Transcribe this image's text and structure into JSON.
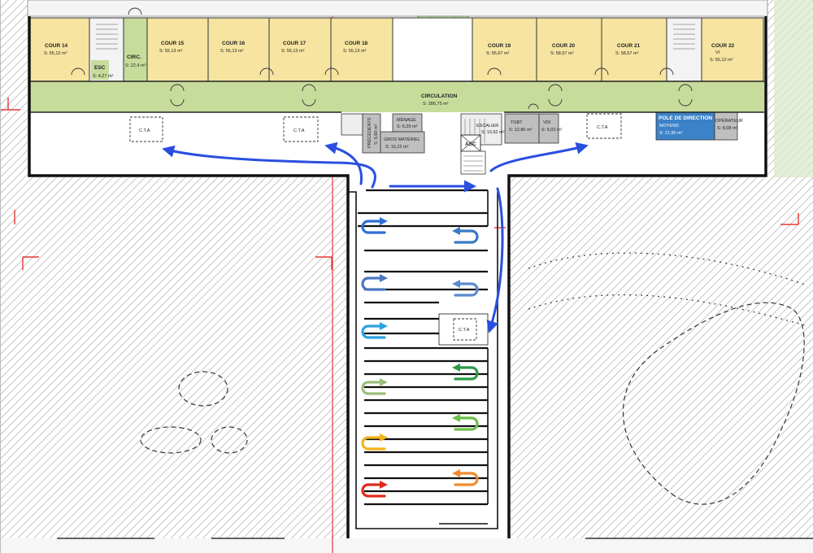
{
  "colors": {
    "classroom": "#f6e4a0",
    "circulation": "#c7dc9b",
    "direction": "#3b82c8",
    "gray_room": "#bfbfbf",
    "wall": "#111111",
    "arrow_blue": "#2a4fe0",
    "hatch": "#bdbdbd"
  },
  "classrooms": [
    {
      "name": "COUR 14",
      "area": "S: 55,12 m²"
    },
    {
      "name": "COUR 15",
      "area": "S: 55,13 m²"
    },
    {
      "name": "COUR 16",
      "area": "S: 55,13 m²"
    },
    {
      "name": "COUR 17",
      "area": "S: 55,13 m²"
    },
    {
      "name": "COUR 18",
      "area": "S: 55,13 m²"
    },
    {
      "name": "COUR 19",
      "area": "S: 55,67 m²"
    },
    {
      "name": "COUR 20",
      "area": "S: 58,57 m²"
    },
    {
      "name": "COUR 21",
      "area": "S: 58,57 m²"
    },
    {
      "name": "COUR 22",
      "sub": "VI",
      "area": "S: 55,12 m²"
    }
  ],
  "small_rooms": {
    "esc": {
      "name": "ESC",
      "area": "S: 4,27 m²"
    },
    "circ": {
      "name": "CIRC.",
      "area": "S: 22,4 m²"
    }
  },
  "circulation": {
    "name": "CIRCULATION",
    "area": "S: 286,75 m²"
  },
  "service_rooms": {
    "menage": {
      "name": "MÉNAGE",
      "area": "S: 6,29 m²"
    },
    "precedents": {
      "name": "PRÉCÉDENTS",
      "area": "S: 5,60 m²"
    },
    "gros_materiel": {
      "name": "GROS MATÉRIEL",
      "area": "S: 15,22 m²"
    },
    "escalier": {
      "name": "ESCALIER",
      "area": "S: 13,92 m²"
    },
    "tgbt": {
      "name": "TGBT",
      "area": "S: 12,80 m²"
    },
    "vdi": {
      "name": "VDI",
      "area": "S: 6,03 m²"
    },
    "asc": {
      "name": "ASC"
    },
    "pole": {
      "name": "POLE DE DIRECTION",
      "sub": "MOYENS",
      "area": "S: 21,95 m²"
    },
    "operateur": {
      "name": "OPÉRATEUR",
      "area": "S: 8,08 m²"
    }
  },
  "cta_labels": [
    "C.T.A",
    "C.T.A",
    "C.T.A",
    "C.T.A"
  ],
  "uturn_colors_left": [
    "#2f6fd6",
    "#4a76c0",
    "#2aa3e0",
    "#9bbf7a",
    "#f2b41b",
    "#e0291c"
  ],
  "uturn_colors_right": [
    "#3a78c8",
    "#5a8ad0",
    "#2e9a45",
    "#6cc04a",
    "#f28a2e"
  ]
}
